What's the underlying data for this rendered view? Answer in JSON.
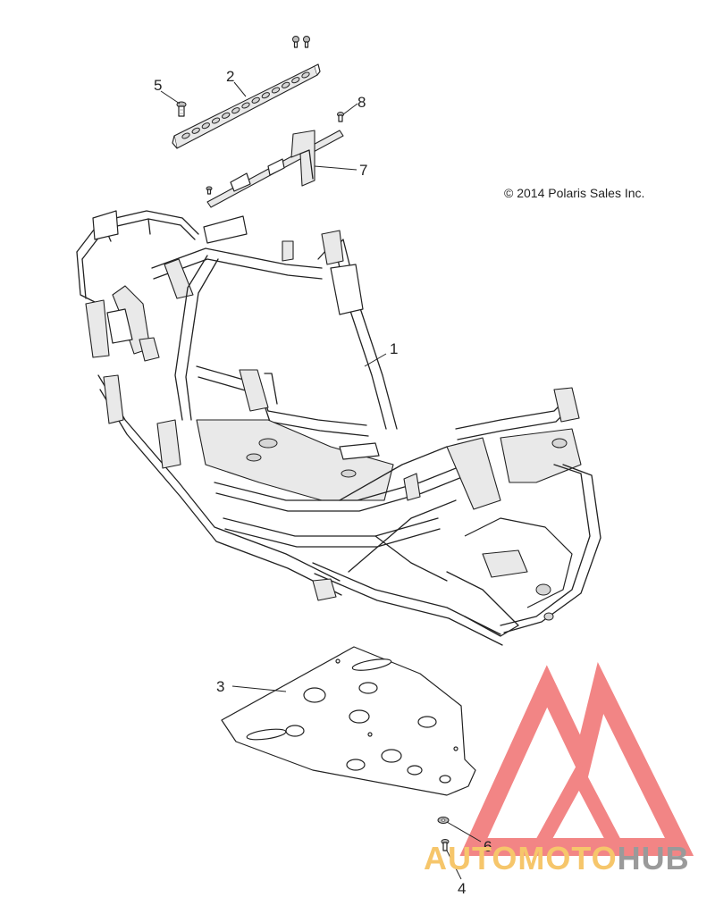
{
  "copyright": "© 2014 Polaris Sales Inc.",
  "callouts": [
    {
      "id": "1",
      "part": "frame"
    },
    {
      "id": "2",
      "part": "upper rail"
    },
    {
      "id": "3",
      "part": "skid plate"
    },
    {
      "id": "4",
      "part": "screw"
    },
    {
      "id": "5",
      "part": "bolt"
    },
    {
      "id": "6",
      "part": "washer"
    },
    {
      "id": "7",
      "part": "bracket"
    },
    {
      "id": "8",
      "part": "bolt"
    }
  ],
  "watermark": {
    "text_primary": "AUTOMOTO",
    "text_secondary": "HUB",
    "logo_color": "#f07070",
    "text_primary_color": "#f6c66b",
    "text_secondary_color": "#9a9a9a"
  }
}
